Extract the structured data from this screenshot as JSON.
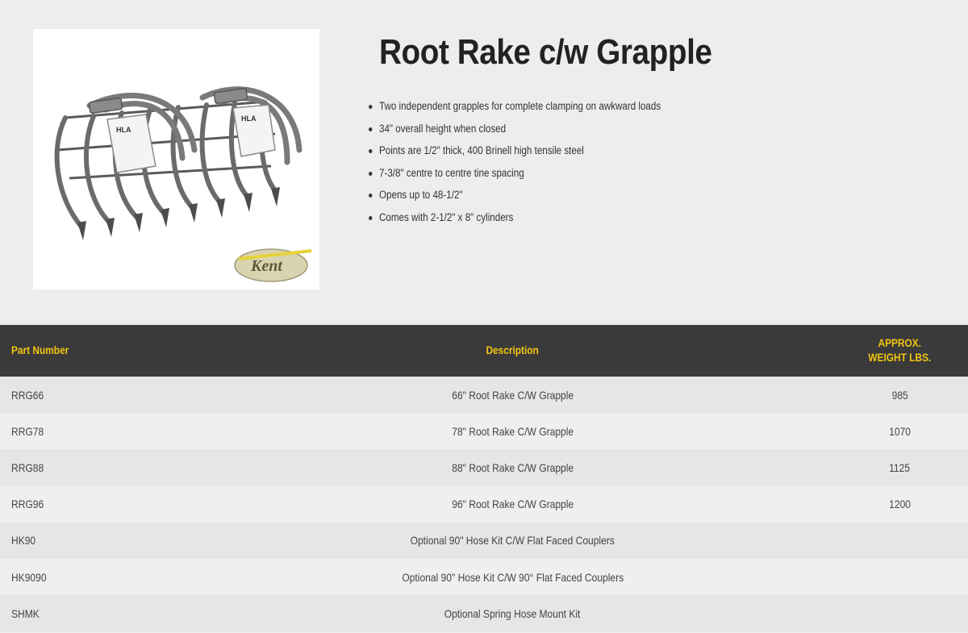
{
  "product": {
    "title": "Root Rake c/w Grapple",
    "image_alt": "root-rake-grapple-photo",
    "image_labels": {
      "plate_left": "HLA",
      "plate_right": "HLA",
      "logo": "Kent"
    },
    "features": [
      "Two independent grapples for complete clamping on awkward loads",
      "34\" overall height when closed",
      "Points are 1/2\" thick, 400 Brinell high tensile steel",
      "7-3/8\" centre to centre tine spacing",
      "Opens up to 48-1/2\"",
      "Comes with 2-1/2\" x 8\" cylinders"
    ]
  },
  "table": {
    "headers": {
      "part_number": "Part Number",
      "description": "Description",
      "weight_line1": "APPROX.",
      "weight_line2": "WEIGHT LBS."
    },
    "rows": [
      {
        "part": "RRG66",
        "description": "66\" Root Rake C/W Grapple",
        "weight": "985"
      },
      {
        "part": "RRG78",
        "description": "78\" Root Rake C/W Grapple",
        "weight": "1070"
      },
      {
        "part": "RRG88",
        "description": "88\" Root Rake C/W Grapple",
        "weight": "1125"
      },
      {
        "part": "RRG96",
        "description": "96\" Root Rake C/W Grapple",
        "weight": "1200"
      },
      {
        "part": "HK90",
        "description": "Optional 90\" Hose Kit C/W Flat Faced Couplers",
        "weight": ""
      },
      {
        "part": "HK9090",
        "description": "Optional 90\" Hose Kit C/W 90° Flat Faced Couplers",
        "weight": ""
      },
      {
        "part": "SHMK",
        "description": "Optional Spring Hose Mount Kit",
        "weight": ""
      }
    ]
  },
  "colors": {
    "page_bg": "#ededed",
    "header_bg": "#3a3a3a",
    "header_text": "#f2c511",
    "row_odd": "#e6e6e6",
    "row_even": "#efefef"
  }
}
